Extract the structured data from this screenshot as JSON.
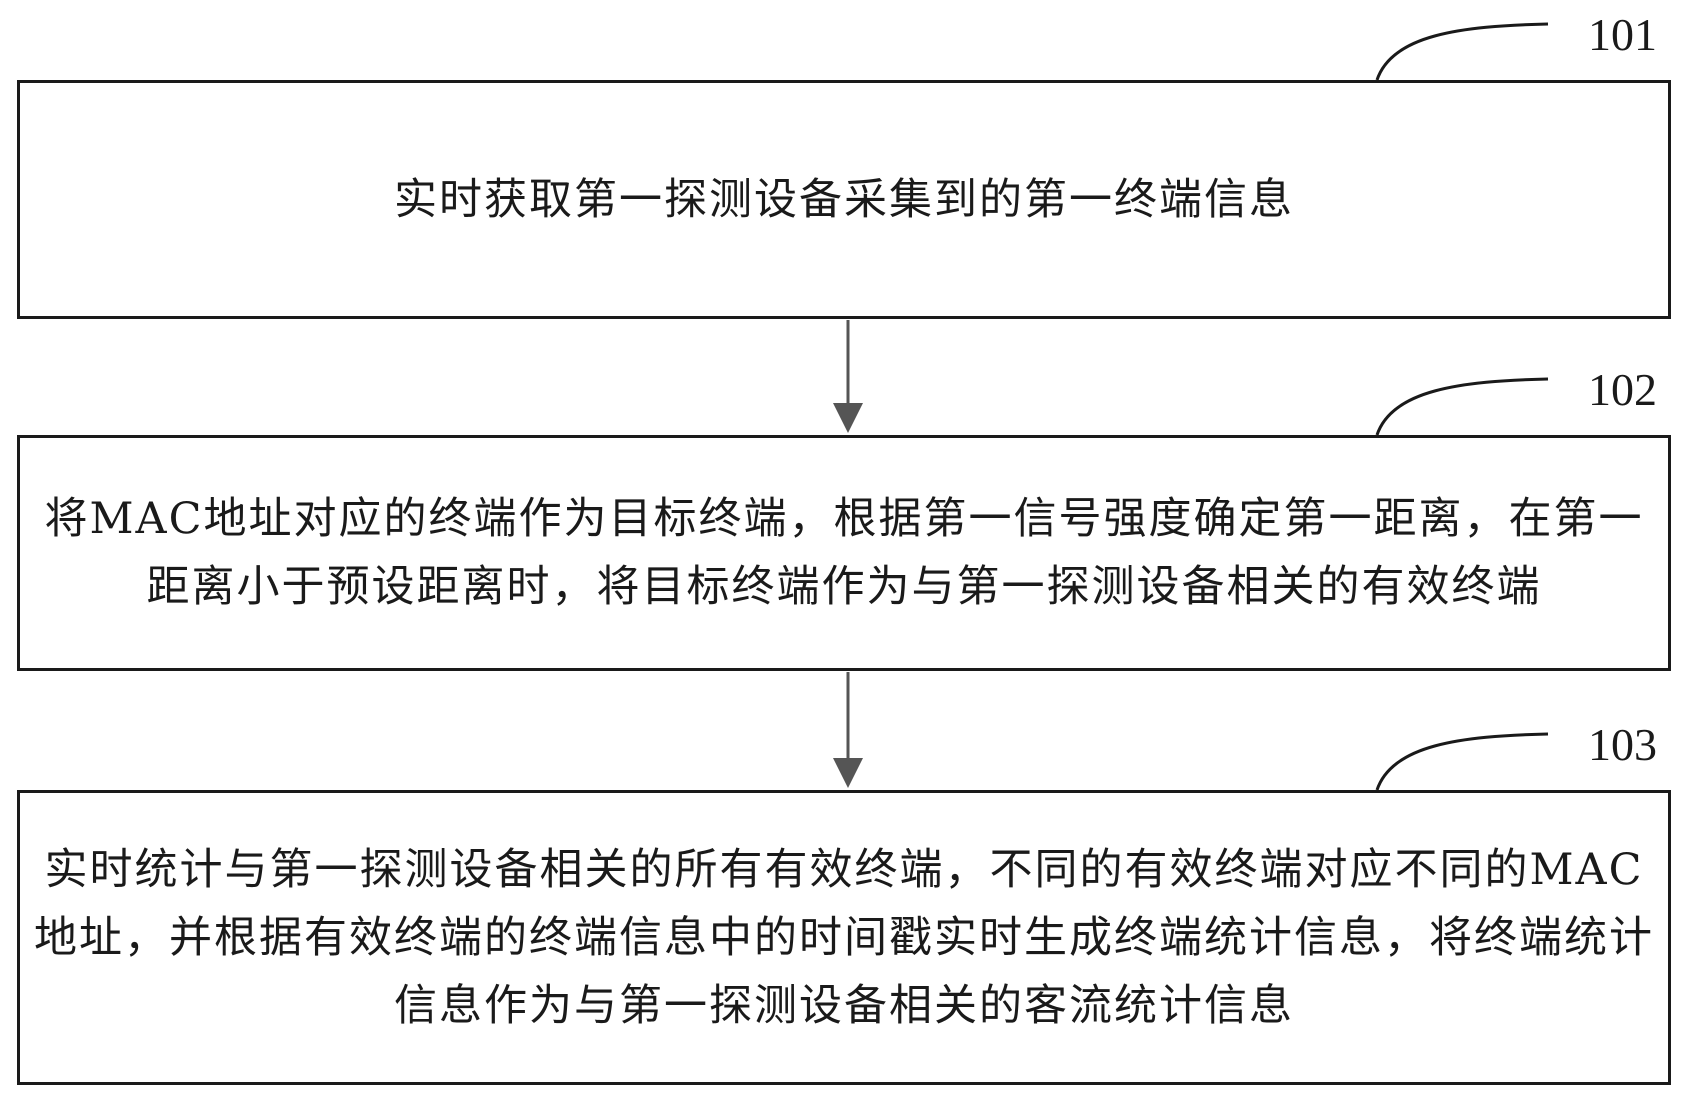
{
  "flowchart": {
    "steps": [
      {
        "number": "101",
        "text": "实时获取第一探测设备采集到的第一终端信息"
      },
      {
        "number": "102",
        "text": "将MAC地址对应的终端作为目标终端，根据第一信号强度确定第一距离，在第一距离小于预设距离时，将目标终端作为与第一探测设备相关的有效终端"
      },
      {
        "number": "103",
        "text": "实时统计与第一探测设备相关的所有有效终端，不同的有效终端对应不同的MAC地址，并根据有效终端的终端信息中的时间戳实时生成终端统计信息，将终端统计信息作为与第一探测设备相关的客流统计信息"
      }
    ],
    "connectors": [
      {
        "from": "101",
        "to": "102"
      },
      {
        "from": "102",
        "to": "103"
      }
    ],
    "colors": {
      "line": "#1a1a1a",
      "arrow": "#555555",
      "background": "#ffffff"
    }
  }
}
